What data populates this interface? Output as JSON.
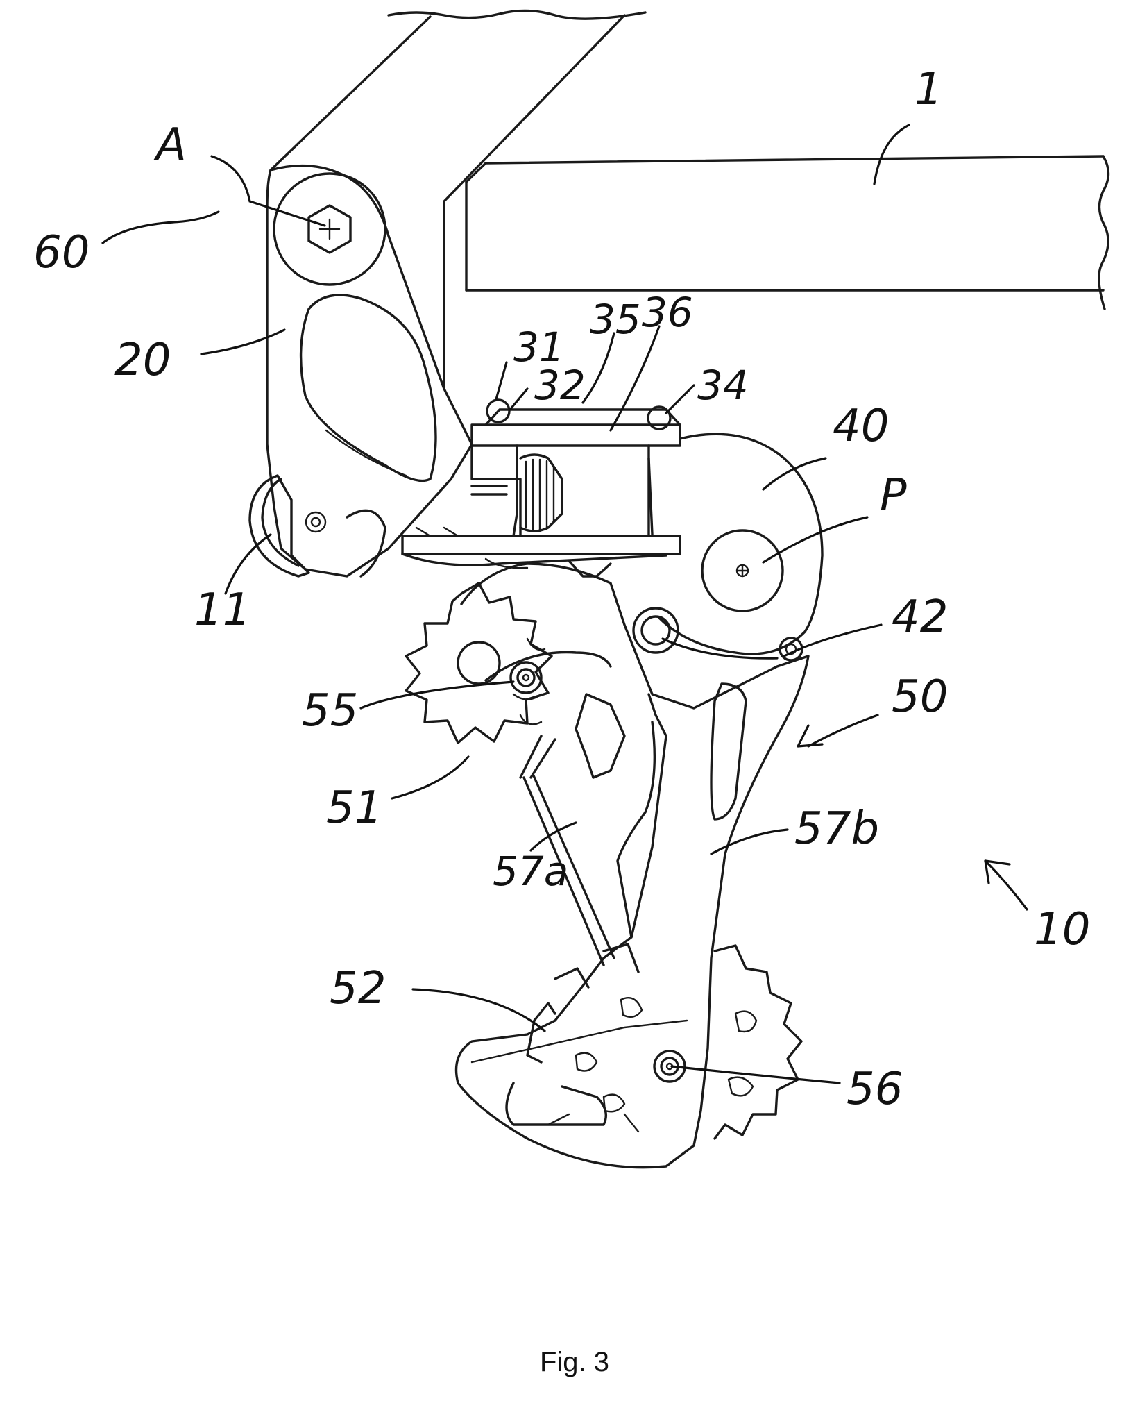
{
  "figure": {
    "caption": "Fig. 3",
    "labels": {
      "l1": "1",
      "lA": "A",
      "l60": "60",
      "l20": "20",
      "l31": "31",
      "l32": "32",
      "l35": "35",
      "l36": "36",
      "l34": "34",
      "l40": "40",
      "lP": "P",
      "l11": "11",
      "l42": "42",
      "l55": "55",
      "l50": "50",
      "l51": "51",
      "l57a": "57a",
      "l57b": "57b",
      "l10": "10",
      "l52": "52",
      "l56": "56"
    }
  }
}
